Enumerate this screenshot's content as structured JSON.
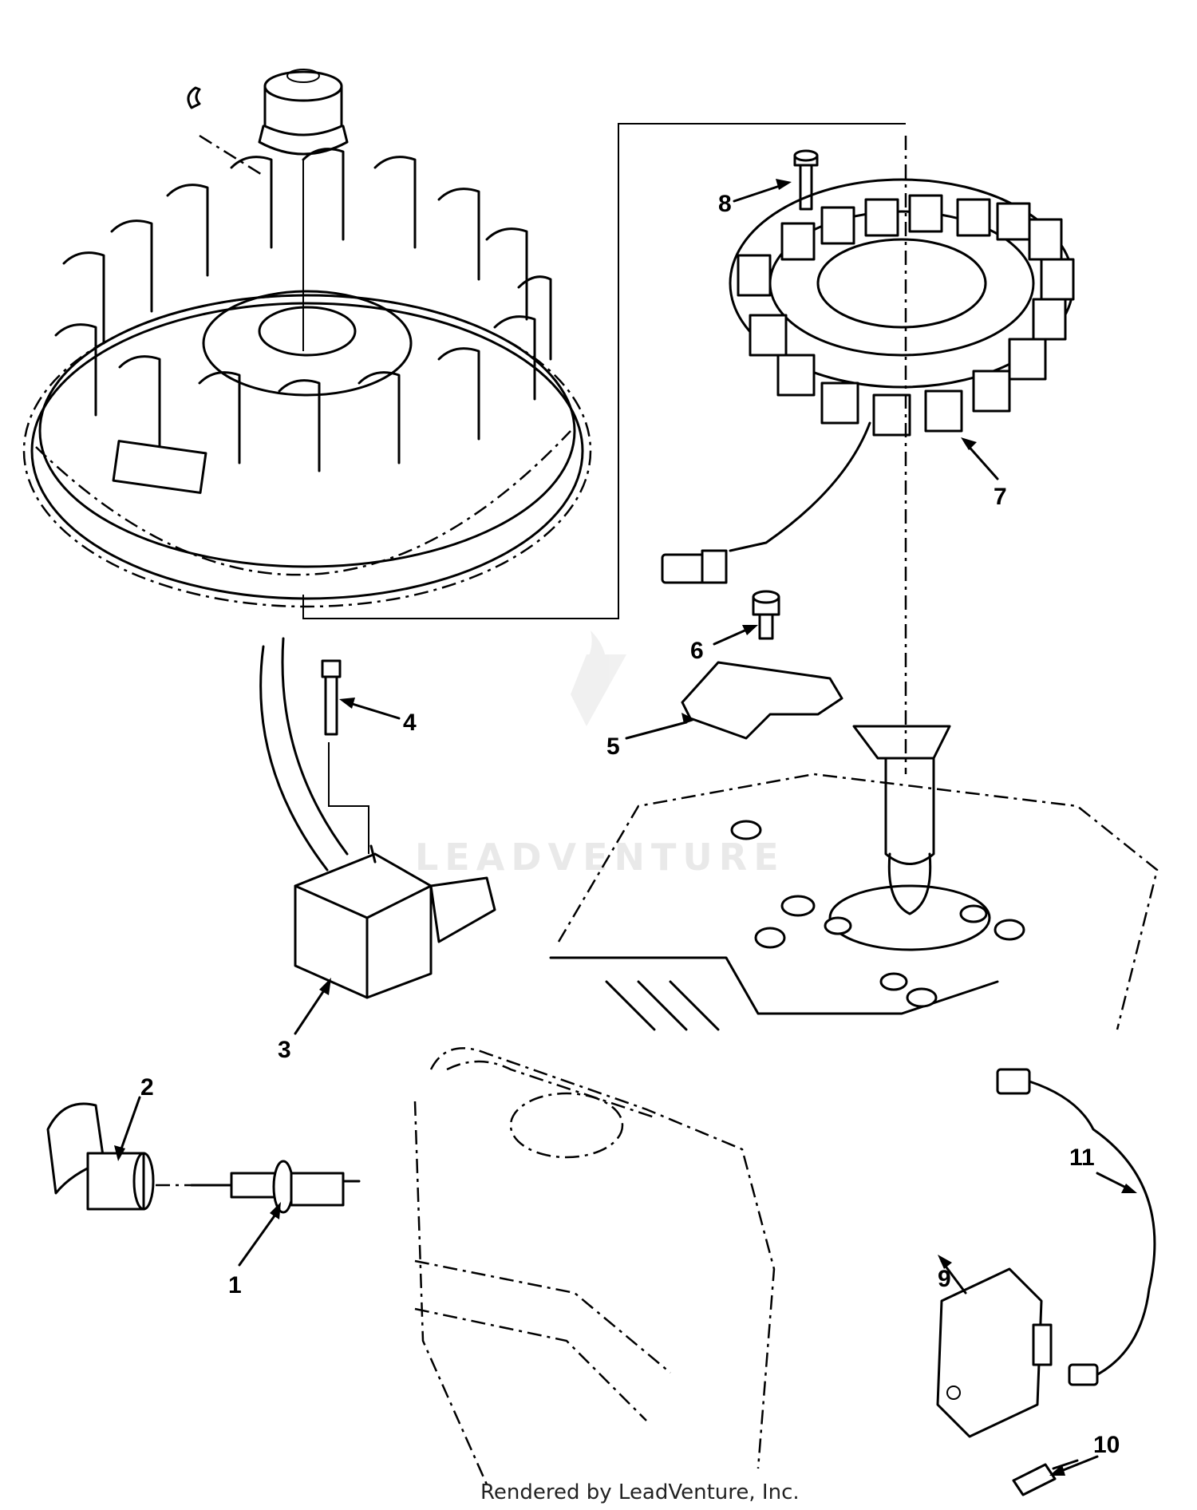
{
  "diagram": {
    "callouts": [
      {
        "id": "1",
        "label": "1"
      },
      {
        "id": "2",
        "label": "2"
      },
      {
        "id": "3",
        "label": "3"
      },
      {
        "id": "4",
        "label": "4"
      },
      {
        "id": "5",
        "label": "5"
      },
      {
        "id": "6",
        "label": "6"
      },
      {
        "id": "7",
        "label": "7"
      },
      {
        "id": "8",
        "label": "8"
      },
      {
        "id": "9",
        "label": "9"
      },
      {
        "id": "10",
        "label": "10"
      },
      {
        "id": "11",
        "label": "11"
      }
    ],
    "watermark": "LEADVENTURE",
    "footer": "Rendered by LeadVenture, Inc."
  },
  "colors": {
    "line": "#000000",
    "background": "#ffffff",
    "watermark": "#e7e7e7"
  }
}
